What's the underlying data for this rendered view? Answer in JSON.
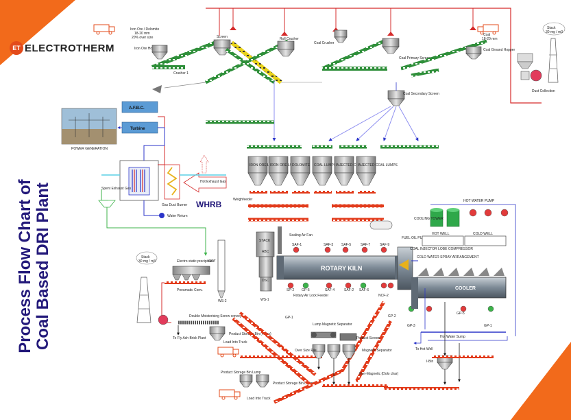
{
  "brand": {
    "badge": "ET",
    "name": "ELECTROTHERM"
  },
  "title": {
    "line1": "Process Flow Chart of",
    "line2": "Coal Based DRI Plant"
  },
  "labels": {
    "iron_ore_dolomite": "Iron Ore / Dolomite",
    "iron_ore_size": "18-20 mm",
    "iron_ore_over": "20% over size",
    "iron_ore_hopper": "Iron Ore Hopper",
    "crusher1": "Crusher 1",
    "screen": "Screen",
    "roll_crusher": "Roll Crusher",
    "coal_crusher": "Coal Crusher",
    "coal_primary_screen": "Coal Primary Screen",
    "coal_secondary_screen": "Coal Secondary Screen",
    "coal_ground_hopper": "Coal Ground Hopper",
    "coal": "Coal",
    "coal_size": "18-20 mm",
    "dust_collection": "Dust Collection",
    "afbc": "A.F.B.C.",
    "turbine": "Turbine",
    "power_generation": "POWER GENERATION",
    "hot_exhaust_gas": "Hot Exhaust Gas",
    "gas_duct_burner": "Gas Duct Burner",
    "whrb": "WHRB",
    "water_return": "Water Return",
    "spent_exhaust": "Spent Exhaust Gas",
    "esp": "Electro static precipitator",
    "pneumatic_conv": "Pneumatic Conv.",
    "ws2": "WS-2",
    "gct": "GCT",
    "stack": "STACK",
    "abc": "ABC",
    "dsc": "DSC",
    "ws1": "WS-1",
    "sealing_air_fan": "Sealing Air Fan",
    "rotary_kiln": "ROTARY KILN",
    "saf1": "SAF-1",
    "saf3": "SAF-3",
    "saf5": "SAF-5",
    "saf7": "SAF-7",
    "saf9": "SAF-9",
    "sp2": "SP-2",
    "gp5a": "GP-5",
    "rotary_air_lock": "Rotary Air Lock Feeder",
    "gp1a": "GP-1",
    "saf4": "SAF-4",
    "saf6": "SAF-6",
    "saf2": "SAF-2",
    "ncf2": "NCF-2",
    "fuel_oil_pump": "FUEL OIL PUMP",
    "coal_injector": "COAL INJECTOR LOBE COMPRESSOR",
    "cold_water_spray": "COLD WATER SPRAY ARRANGEMENT",
    "cooling_tower": "COOLING TOWER",
    "hot_water_pump": "HOT WATER PUMP",
    "hot_well": "HOT WELL",
    "cold_well": "COLD WELL",
    "cooler": "COOLER",
    "gp2": "GP-2",
    "gp3": "GP-3",
    "gp5b": "GP-5",
    "gp1b": "GP-1",
    "hot_water_sump": "Hot Water Sump",
    "to_hot_well": "To Hot Well",
    "ibin": "I-Bin",
    "double_screw": "Double Moisterising Screw conveyor",
    "fly_ash": "To Fly Ash Brick Plant",
    "product_storage_fines": "Product Storage Bin (Fines)",
    "load_truck1": "Load Into Truck",
    "lump_mag_sep": "Lump Magnetic Separator",
    "product_screen": "Product Screen",
    "over_size_pile": "Over Size Pile",
    "magnetic_separator": "Magnetic Separator",
    "non_magnetic": "Non-Magnetic (Dolo char)",
    "product_storage_lump": "Product Storage Bin Lump",
    "product_storage_lump2": "Product Storage Bin Lump",
    "load_truck2": "Load Into Truck",
    "weighfeeder": "Weighfeeder",
    "stack_emission": "Stack 30 mg / m3"
  },
  "bins": [
    "IRON ORE LUMPS",
    "IRON ORE LUMPS",
    "DOLOMITE",
    "COAL LUMPS",
    "INJECTED COAL LUMPS",
    "INJECTED COAL LUMPS"
  ],
  "colors": {
    "orange": "#f26a1b",
    "conveyor_green": "#2f8f3a",
    "conveyor_yellow": "#e8d21a",
    "pipe_red": "#d52b2b",
    "pipe_blue": "#2b35c9",
    "kiln": "#7d8a96",
    "title_blue": "#23197a"
  }
}
